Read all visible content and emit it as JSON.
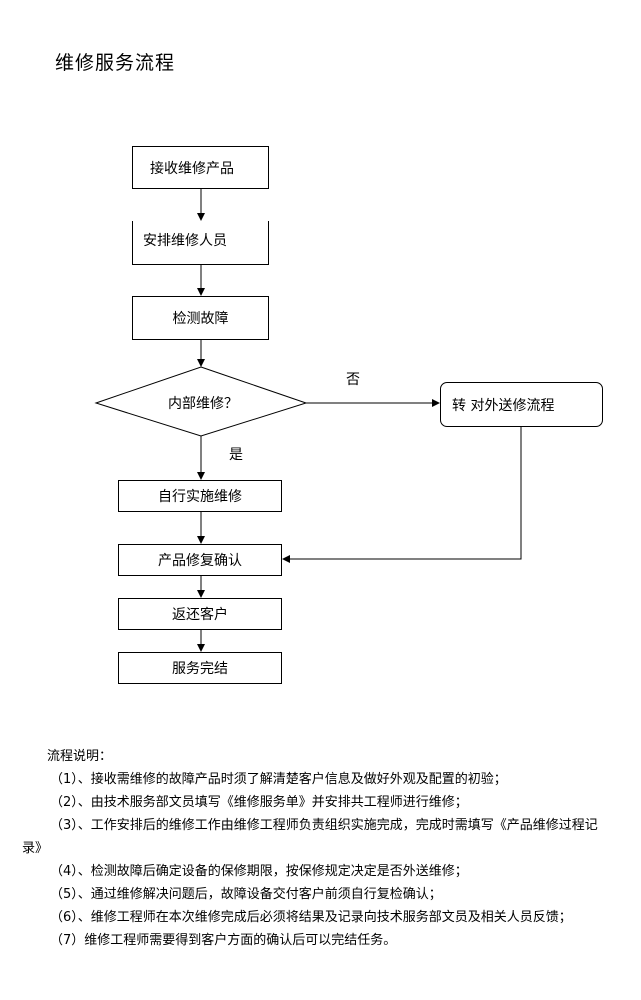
{
  "title": "维修服务流程",
  "flow": {
    "receive": "接收维修产品",
    "assign": "安排维修人员",
    "detect": "检测故障",
    "decision": "内部维修？",
    "no_label": "否",
    "yes_label": "是",
    "outsource": "转 对外送修流程",
    "self_repair": "自行实施维修",
    "confirm": "产品修复确认",
    "return": "返还客户",
    "finish": "服务完结"
  },
  "notes": {
    "heading": "流程说明：",
    "items": [
      "（1）、接收需维修的故障产品时须了解清楚客户信息及做好外观及配置的初验；",
      "（2）、由技术服务部文员填写《维修服务单》并安排共工程师进行维修；",
      "（3）、工作安排后的维修工作由维修工程师负责组织实施完成，完成时需填写《产品维修过程记录》",
      "（4）、检测故障后确定设备的保修期限，按保修规定决定是否外送维修；",
      "（5）、通过维修解决问题后，故障设备交付客户前须自行复检确认；",
      "（6）、维修工程师在本次维修完成后必须将结果及记录向技术服务部文员及相关人员反馈；",
      "（7）维修工程师需要得到客户方面的确认后可以完结任务。"
    ]
  }
}
